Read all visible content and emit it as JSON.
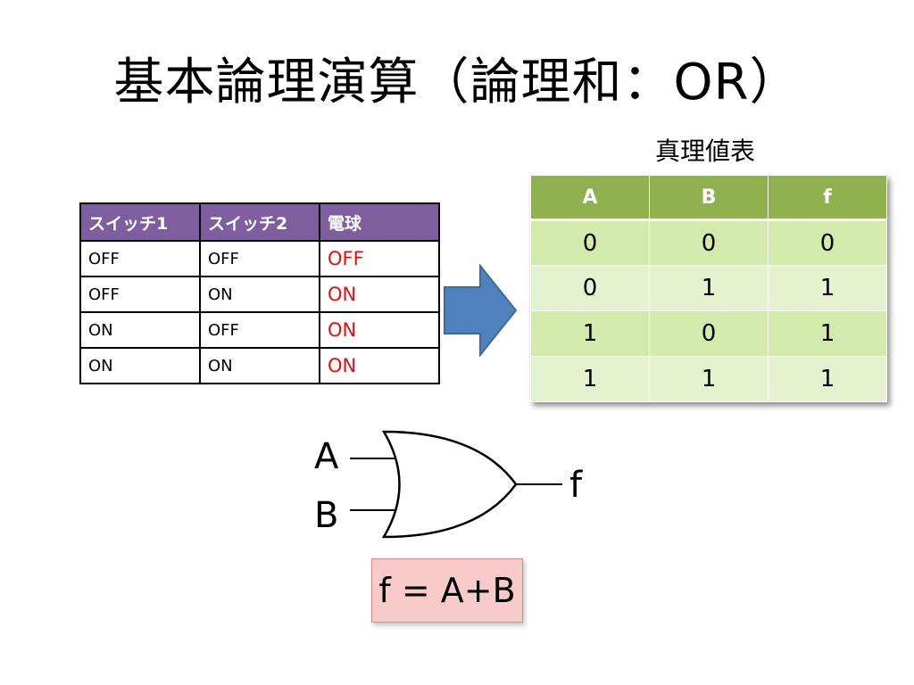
{
  "slide": {
    "title": "基本論理演算（論理和：OR）",
    "truth_table_label": "真理値表"
  },
  "switch_table": {
    "headers": [
      "スイッチ1",
      "スイッチ2",
      "電球"
    ],
    "rows": [
      [
        "OFF",
        "OFF",
        "OFF"
      ],
      [
        "OFF",
        "ON",
        "ON"
      ],
      [
        "ON",
        "OFF",
        "ON"
      ],
      [
        "ON",
        "ON",
        "ON"
      ]
    ]
  },
  "truth_table": {
    "headers": [
      "A",
      "B",
      "f"
    ],
    "rows": [
      [
        "0",
        "0",
        "0"
      ],
      [
        "0",
        "1",
        "1"
      ],
      [
        "1",
        "0",
        "1"
      ],
      [
        "1",
        "1",
        "1"
      ]
    ]
  },
  "gate": {
    "input_a": "A",
    "input_b": "B",
    "output": "f"
  },
  "formula": "f = A+B",
  "colors": {
    "switch_header": "#7f5ea0",
    "bulb_text": "#e01010",
    "truth_header": "#8fb24e",
    "truth_cell": "#d2ebac",
    "arrow": "#4f81bd",
    "formula_bg": "#f8caca"
  }
}
